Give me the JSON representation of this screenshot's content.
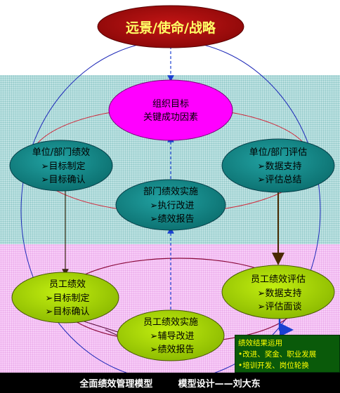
{
  "diagram": {
    "top_node": {
      "label": "远景/使命/战略",
      "fill": "#a80c0c",
      "text_color": "#ffff66"
    },
    "center_node": {
      "line1": "组织目标",
      "line2": "关键成功因素",
      "fill": "#ff00ff"
    },
    "dept_performance": {
      "title": "单位/部门绩效",
      "items": [
        "➢目标制定",
        "➢目标确认"
      ]
    },
    "dept_evaluation": {
      "title": "单位/部门评估",
      "items": [
        "➢数据支持",
        "➢评估总结"
      ]
    },
    "dept_implementation": {
      "title": "部门绩效实施",
      "items": [
        "➢执行改进",
        "➢绩效报告"
      ]
    },
    "employee_performance": {
      "title": "员工绩效",
      "items": [
        "➢目标制定",
        "➢目标确认"
      ]
    },
    "employee_evaluation": {
      "title": "员工绩效评估",
      "items": [
        "➢数据支持",
        "➢评估面谈"
      ]
    },
    "employee_implementation": {
      "title": "员工绩效实施",
      "items": [
        "➢辅导改进",
        "➢绩效报告"
      ]
    },
    "result_usage": {
      "title": "绩效结果运用",
      "items": [
        "•改进、奖金、职业发展",
        "•培训开发、岗位轮换"
      ]
    },
    "colors": {
      "teal_node": "#0f7b7b",
      "green_node": "#9acd00",
      "center_node": "#ff00ff",
      "top_node": "#a80c0c",
      "teal_band": "#bfe3e3",
      "pink_band": "#f8cdf8",
      "note_box": "#0a5a0a",
      "note_text": "#ffff00"
    }
  },
  "footer": {
    "title": "全面绩效管理模型",
    "author": "模型设计——刘大东"
  }
}
